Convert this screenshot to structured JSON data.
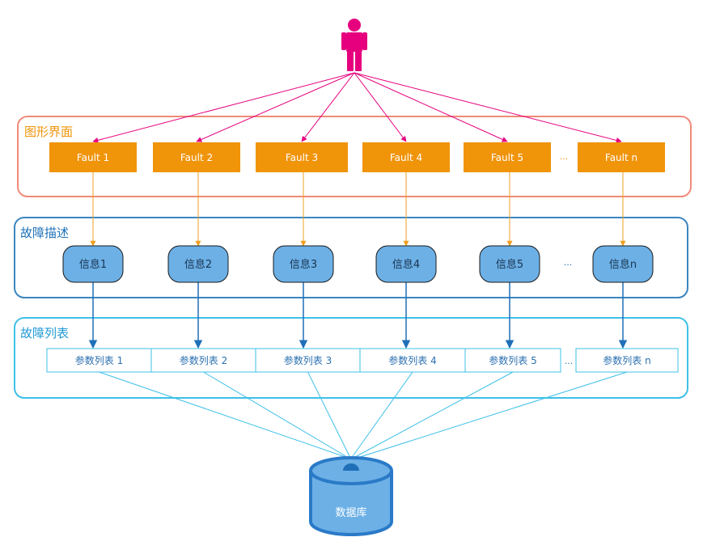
{
  "layers": {
    "gui": {
      "title": "图形界面",
      "color": "#f08a7a",
      "title_color": "#f0940a"
    },
    "desc": {
      "title": "故障描述",
      "color": "#3a86c0",
      "title_color": "#1f72b8"
    },
    "list": {
      "title": "故障列表",
      "color": "#3ec0e8",
      "title_color": "#1f9ad6"
    }
  },
  "faults": [
    "Fault 1",
    "Fault 2",
    "Fault 3",
    "Fault 4",
    "Fault 5",
    "Fault n"
  ],
  "infos": [
    "信息1",
    "信息2",
    "信息3",
    "信息4",
    "信息5",
    "信息n"
  ],
  "params": [
    "参数列表 1",
    "参数列表 2",
    "参数列表 3",
    "参数列表 4",
    "参数列表 5",
    "参数列表 n"
  ],
  "ellipsis": "...",
  "database": {
    "label": "数据库"
  },
  "colors": {
    "user": "#e6007e",
    "fault_fill": "#f0940a",
    "fault_arrow": "#f0a020",
    "info_fill": "#6cb0e6",
    "info_arrow": "#1f6fb8",
    "param_border": "#3ec0e8",
    "param_text": "#2a6fb0",
    "db_fill": "#6cb0e6",
    "db_stroke": "#2a7ac8"
  }
}
